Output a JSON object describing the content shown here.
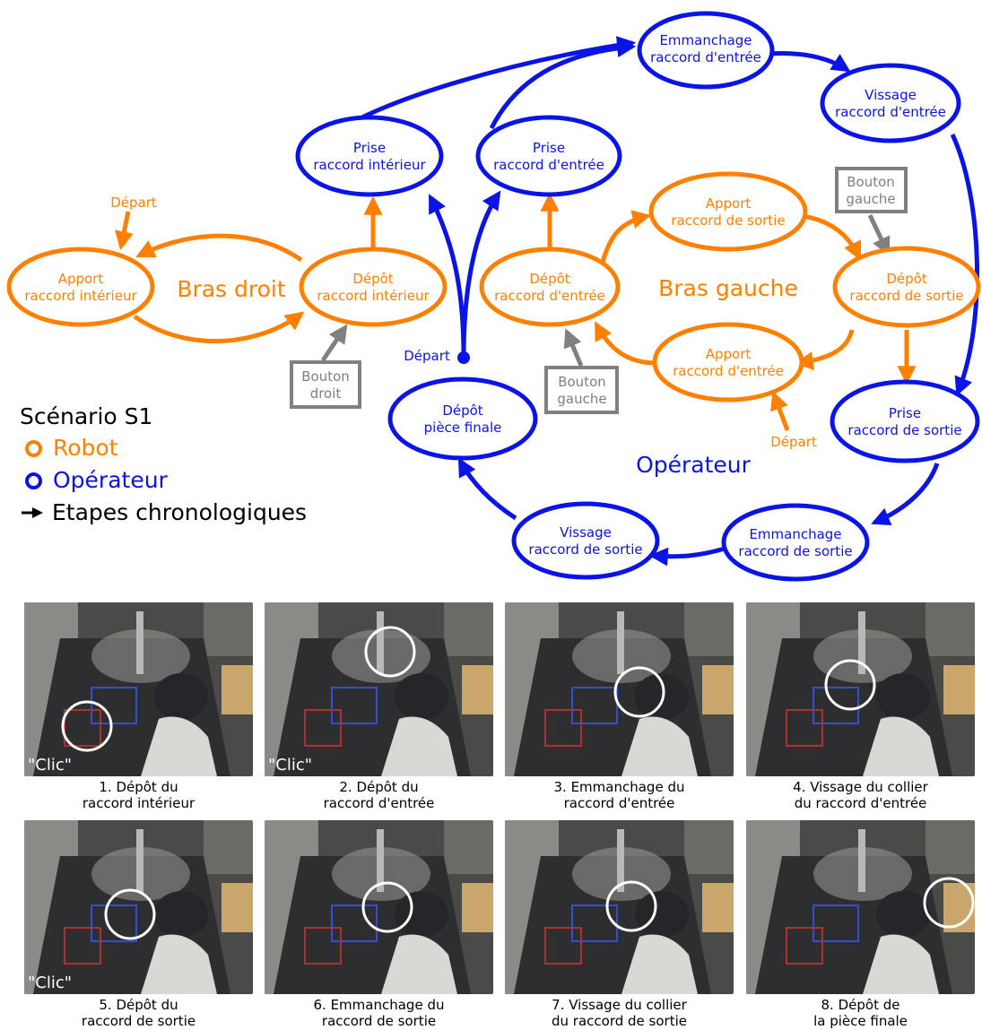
{
  "colors": {
    "robot": "#FF8000",
    "operator": "#0A14E6",
    "button": "#808080",
    "text": "#000000"
  },
  "nodes": {
    "emm_entree": [
      "Emmanchage",
      "raccord d'entrée"
    ],
    "viss_entree": [
      "Vissage",
      "raccord d'entrée"
    ],
    "prise_int": [
      "Prise",
      "raccord intérieur"
    ],
    "prise_entree": [
      "Prise",
      "raccord d'entrée"
    ],
    "apport_int": [
      "Apport",
      "raccord intérieur"
    ],
    "depot_int": [
      "Dépôt",
      "raccord intérieur"
    ],
    "depot_entree": [
      "Dépôt",
      "raccord d'entrée"
    ],
    "apport_sortie": [
      "Apport",
      "raccord de sortie"
    ],
    "depot_sortie": [
      "Dépôt",
      "raccord de sortie"
    ],
    "apport_entree": [
      "Apport",
      "raccord d'entrée"
    ],
    "depot_finale": [
      "Dépôt",
      "pièce finale"
    ],
    "prise_sortie": [
      "Prise",
      "raccord de sortie"
    ],
    "emm_sortie": [
      "Emmanchage",
      "raccord de sortie"
    ],
    "viss_sortie": [
      "Vissage",
      "raccord de sortie"
    ]
  },
  "labels": {
    "bras_droit": "Bras droit",
    "bras_gauche": "Bras gauche",
    "operateur": "Opérateur",
    "depart": "Départ"
  },
  "buttons": {
    "droit": [
      "Bouton",
      "droit"
    ],
    "gauche1": [
      "Bouton",
      "gauche"
    ],
    "gauche2": [
      "Bouton",
      "gauche"
    ]
  },
  "legend": {
    "title": "Scénario S1",
    "robot": "Robot",
    "operator": "Opérateur",
    "steps": "Etapes chronologiques"
  },
  "photos": [
    {
      "caption": [
        "1. Dépôt du",
        "raccord intérieur"
      ],
      "clic": "\"Clic\""
    },
    {
      "caption": [
        "2. Dépôt du",
        "raccord d'entrée"
      ],
      "clic": "\"Clic\""
    },
    {
      "caption": [
        "3. Emmanchage du",
        "raccord d'entrée"
      ],
      "clic": ""
    },
    {
      "caption": [
        "4. Vissage du collier",
        "du raccord d'entrée"
      ],
      "clic": ""
    },
    {
      "caption": [
        "5. Dépôt du",
        "raccord de sortie"
      ],
      "clic": "\"Clic\""
    },
    {
      "caption": [
        "6. Emmanchage du",
        "raccord de sortie"
      ],
      "clic": ""
    },
    {
      "caption": [
        "7. Vissage du collier",
        "du raccord de sortie"
      ],
      "clic": ""
    },
    {
      "caption": [
        "8. Dépôt de",
        "la pièce finale"
      ],
      "clic": ""
    }
  ]
}
